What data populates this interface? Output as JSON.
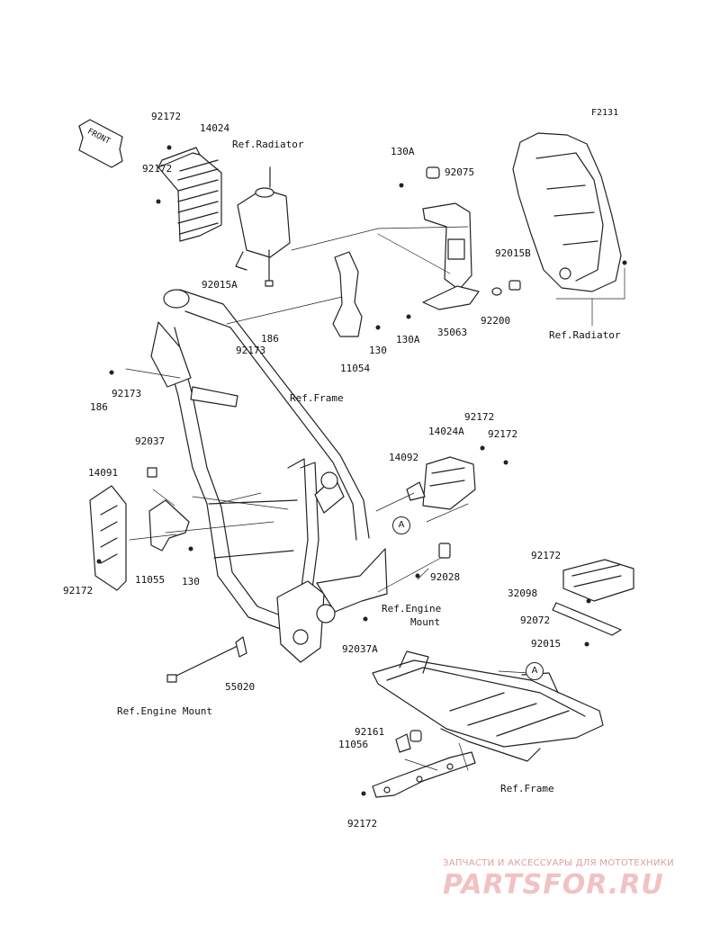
{
  "figure_id": "F2131",
  "front_arrow_label": "FRONT",
  "callout_letter": "A",
  "labels": {
    "p92172_a": "92172",
    "p14024": "14024",
    "p92172_b": "92172",
    "ref_radiator_top": "Ref.Radiator",
    "p92015A": "92015A",
    "p130A_top": "130A",
    "p92075": "92075",
    "p92015B": "92015B",
    "p92200": "92200",
    "ref_radiator_right": "Ref.Radiator",
    "p35063": "35063",
    "p130A_bottom": "130A",
    "p130_mid": "130",
    "p11054": "11054",
    "p92173_a": "92173",
    "p186_a": "186",
    "p92173_b": "92173",
    "p186_b": "186",
    "ref_frame_top": "Ref.Frame",
    "p92172_c": "92172",
    "p14024A": "14024A",
    "p92172_d": "92172",
    "p14092": "14092",
    "p92037": "92037",
    "p14091": "14091",
    "p11055": "11055",
    "p130_low": "130",
    "p92172_e": "92172",
    "p92028": "92028",
    "ref_engine_mount_right_1": "Ref.Engine",
    "ref_engine_mount_right_2": "Mount",
    "p92037A": "92037A",
    "p55020": "55020",
    "ref_engine_mount_left": "Ref.Engine Mount",
    "p92172_f": "92172",
    "p32098": "32098",
    "p92072": "92072",
    "p92015": "92015",
    "p92161": "92161",
    "p11056": "11056",
    "ref_frame_bottom": "Ref.Frame",
    "p92172_g": "92172"
  },
  "watermark": {
    "tagline": "ЗАПЧАСТИ И АКСЕССУАРЫ ДЛЯ МОТОТЕХНИКИ",
    "logo": "PARTSFOR.RU"
  }
}
